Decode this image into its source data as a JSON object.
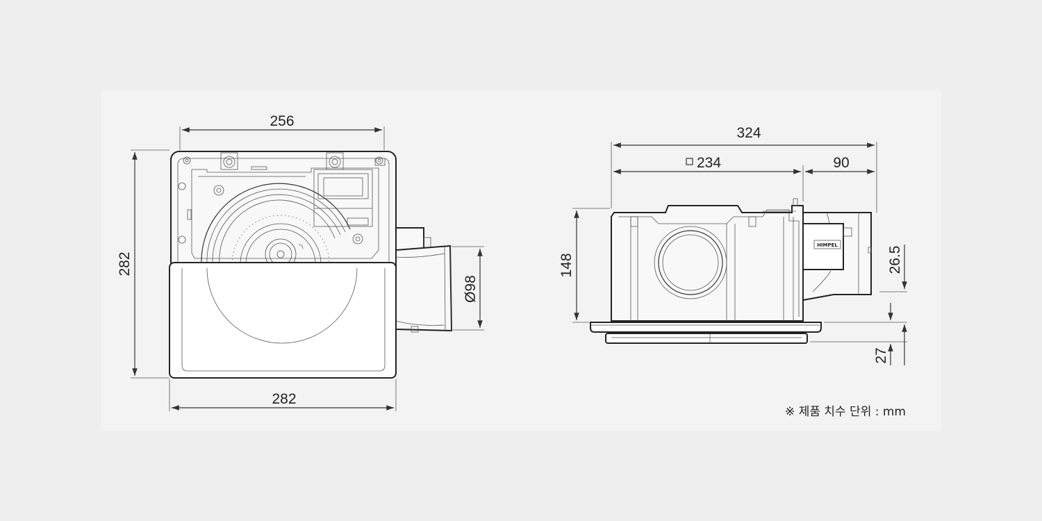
{
  "front_view": {
    "top_width": "256",
    "height": "282",
    "bottom_width": "282",
    "duct_diameter": "Ø98"
  },
  "side_view": {
    "total_length": "324",
    "body_length": "234",
    "duct_length": "90",
    "height": "148",
    "duct_offset": "26.5",
    "grille_thickness": "27",
    "brand_label": "HIMPEL"
  },
  "unit_note": "※ 제품 치수 단위 : mm"
}
